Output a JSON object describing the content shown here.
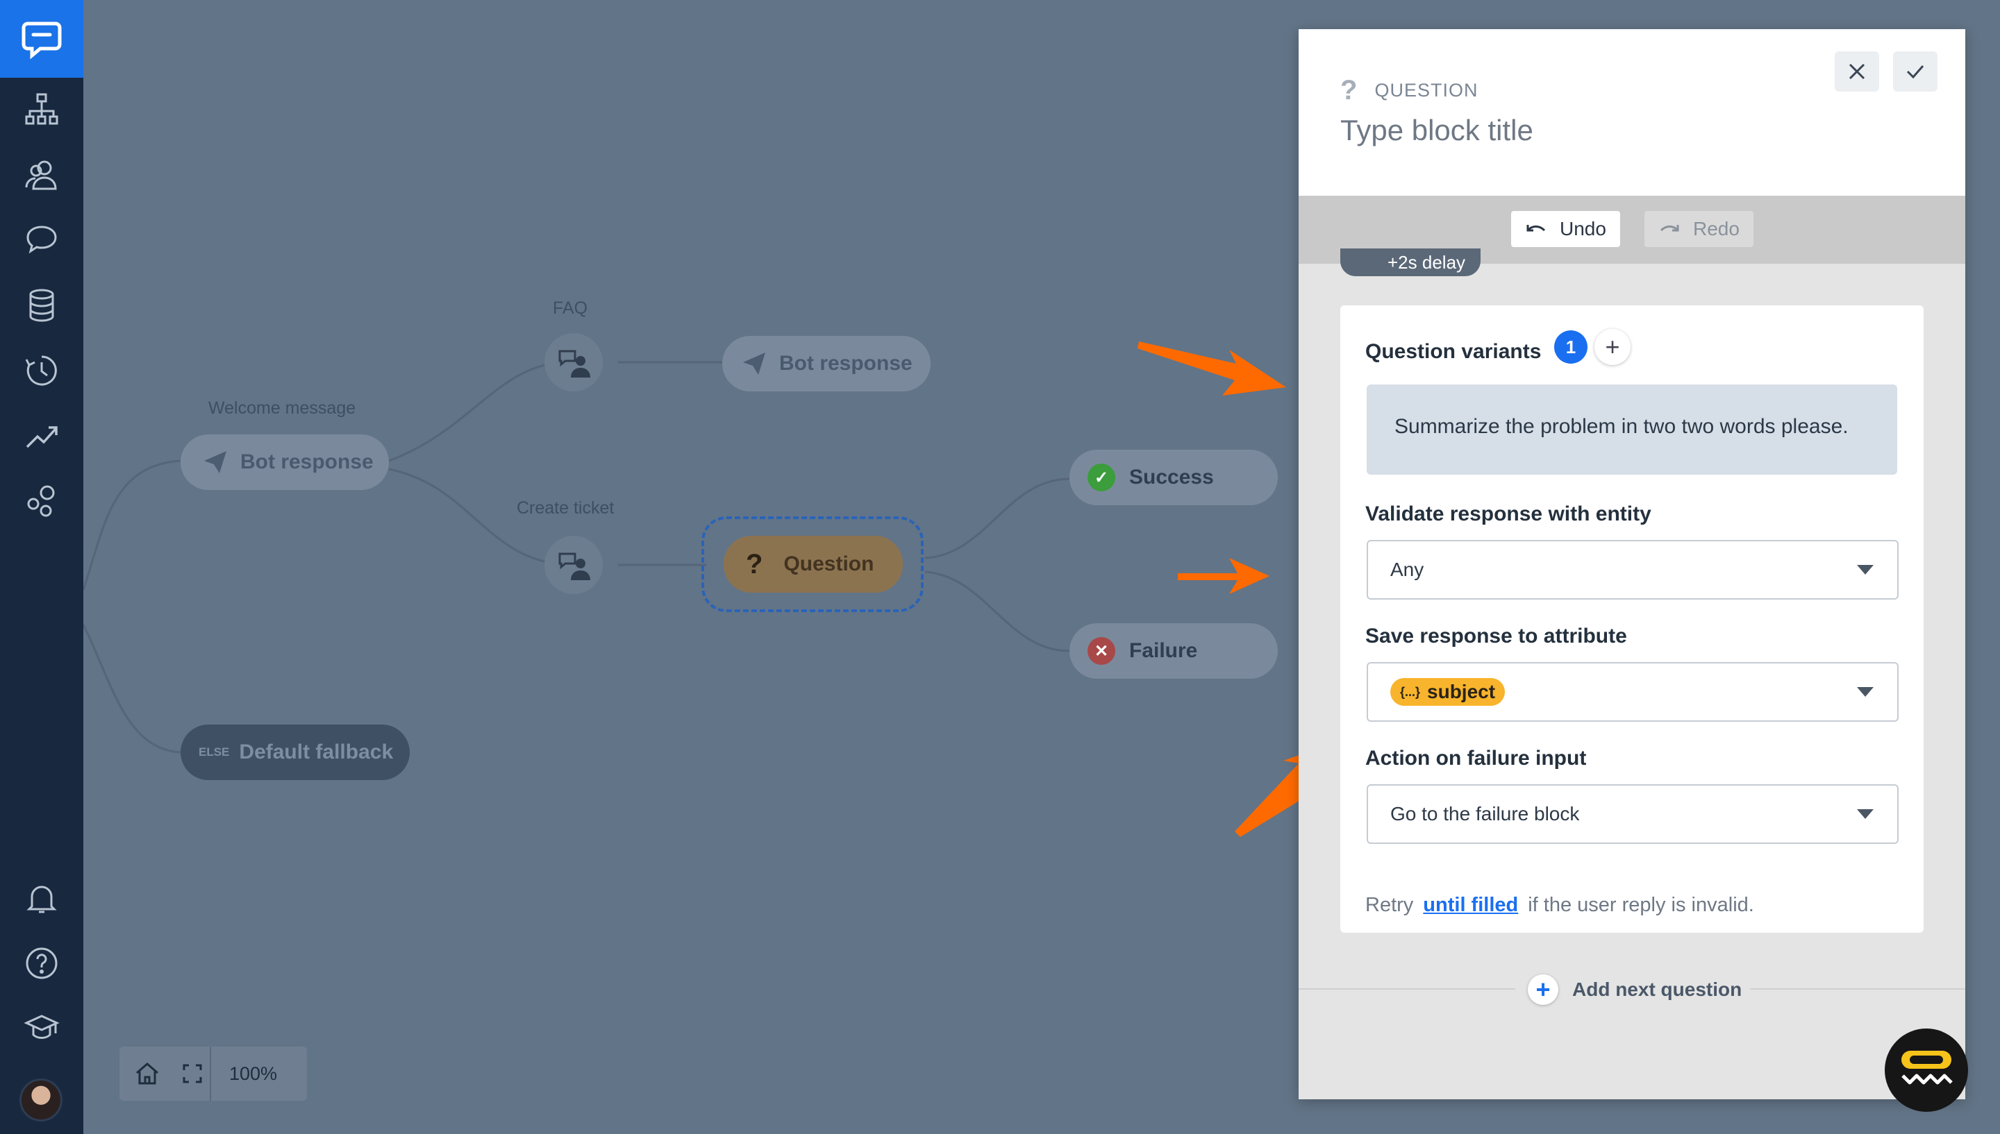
{
  "sidebar": {
    "items": [
      "logo-icon",
      "flows-icon",
      "customers-icon",
      "chats-icon",
      "database-icon",
      "history-icon",
      "reports-icon",
      "integrations-icon",
      "bell-icon",
      "help-icon",
      "academy-icon",
      "avatar"
    ]
  },
  "flow": {
    "welcome_label": "Welcome message",
    "bot_response_1": "Bot response",
    "faq_label": "FAQ",
    "bot_response_2": "Bot response",
    "create_ticket_label": "Create ticket",
    "question_node": "Question",
    "success_node": "Success",
    "failure_node": "Failure",
    "fallback_else": "ELSE",
    "fallback_node": "Default fallback",
    "zoom": "100%"
  },
  "panel": {
    "kind": "QUESTION",
    "title": "Type block title",
    "undo_label": "Undo",
    "redo_label": "Redo",
    "delay": "+2s delay",
    "question_variants_label": "Question variants",
    "variants_count": "1",
    "variant_text": "Summarize the problem in two two words please.",
    "validate_label": "Validate response with entity",
    "validate_value": "Any",
    "save_label": "Save response to attribute",
    "save_attr_braces": "{...}",
    "save_value": "subject",
    "failure_label": "Action on failure input",
    "failure_value": "Go to the failure block",
    "retry_prefix": "Retry",
    "retry_link": "until filled",
    "retry_suffix": "if the user reply is invalid.",
    "add_next": "Add next question"
  },
  "colors": {
    "canvas_bg": "#627487",
    "sidebar_bg": "#17283f",
    "brand_blue": "#1a73e8",
    "attr_tag": "#f7b42c",
    "arrow": "#ff6a00",
    "success": "#3b9d3b",
    "failure": "#c0392b"
  }
}
